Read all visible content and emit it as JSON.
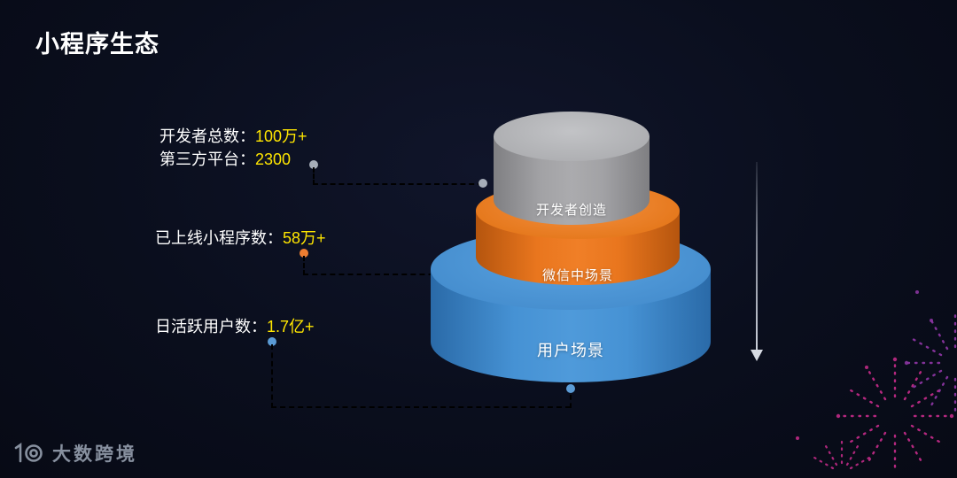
{
  "page": {
    "title": "小程序生态"
  },
  "annotations": {
    "developers": {
      "line1_label": "开发者总数：",
      "line1_value": "100万+",
      "line2_label": "第三方平台：",
      "line2_value": "2300"
    },
    "apps": {
      "label": "已上线小程序数：",
      "value": "58万+"
    },
    "users": {
      "label": "日活跃用户数：",
      "value": "1.7亿+"
    }
  },
  "pyramid": {
    "top": {
      "label": "开发者创造",
      "color": "#a2a2a5"
    },
    "middle": {
      "label": "微信中场景",
      "color": "#e9761e"
    },
    "bottom": {
      "label": "用户场景",
      "color": "#4692d4"
    }
  },
  "footer": {
    "brand": "大数跨境"
  },
  "colors": {
    "background": "#0a0e1d",
    "highlight": "#ffe600",
    "text": "#ffffff",
    "connector_gray": "#a6adb8",
    "connector_orange": "#ed7d31",
    "connector_blue": "#5b9bd5",
    "fireworks_magenta": "#c02a86",
    "fireworks_purple": "#8a35a0"
  }
}
